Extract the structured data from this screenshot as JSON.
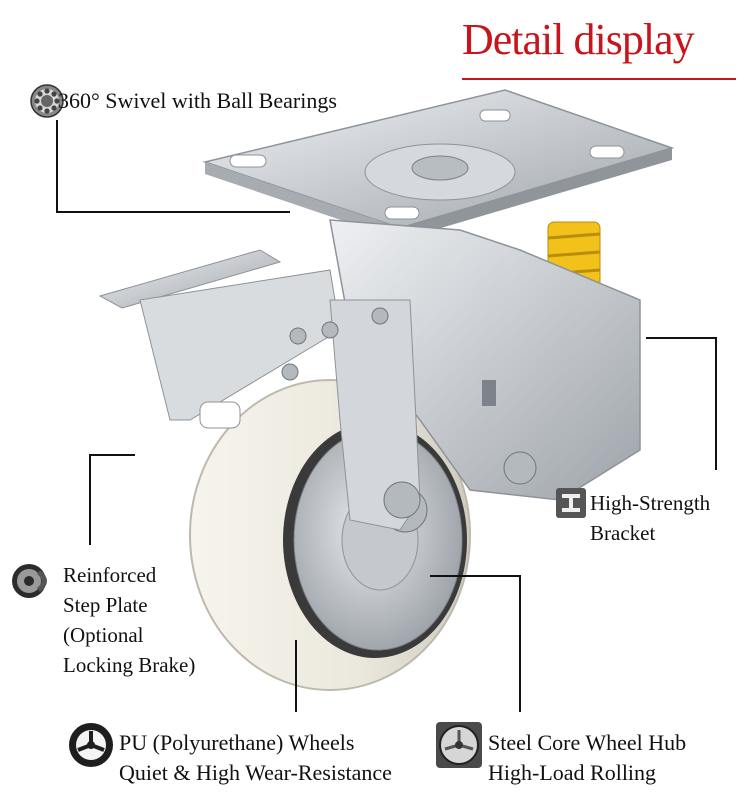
{
  "header": {
    "title": "Detail display"
  },
  "features": {
    "swivel": {
      "label": "360° Swivel with Ball Bearings",
      "icon": "ball-bearing-icon"
    },
    "bracket": {
      "lines": [
        "High-Strength",
        "Bracket"
      ],
      "icon": "i-beam-icon"
    },
    "step_plate": {
      "lines": [
        "Reinforced",
        "Step Plate",
        "(Optional",
        "Locking Brake)"
      ],
      "icon": "brake-disc-icon"
    },
    "wheel": {
      "lines": [
        "PU (Polyurethane) Wheels",
        "Quiet & High Wear-Resistance"
      ],
      "icon": "pu-wheel-icon"
    },
    "hub": {
      "lines": [
        "Steel Core Wheel Hub",
        "High-Load Rolling"
      ],
      "icon": "steel-hub-icon"
    }
  },
  "colors": {
    "title": "#c8151b",
    "metal": "#c9ccd0",
    "wheel": "#f1efe6",
    "spring": "#f2c21b"
  }
}
